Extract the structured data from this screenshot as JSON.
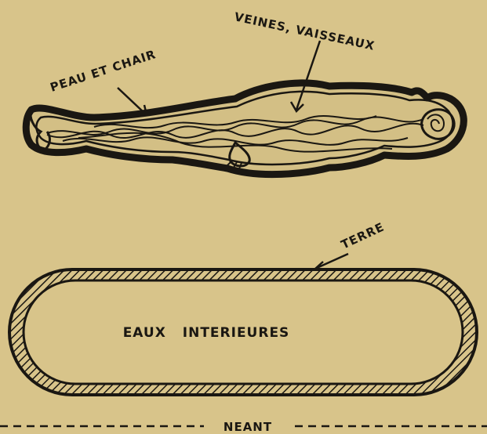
{
  "labels": {
    "veins": "VEINES, VAISSEAUX",
    "skin": "PEAU ET CHAIR",
    "earth": "TERRE",
    "inner_waters": "EAUX INTERIEURES",
    "void": "NEANT"
  },
  "colors": {
    "paper": "#d8c48a",
    "ink": "#1a1712",
    "body_fill": "#d3bf85"
  }
}
